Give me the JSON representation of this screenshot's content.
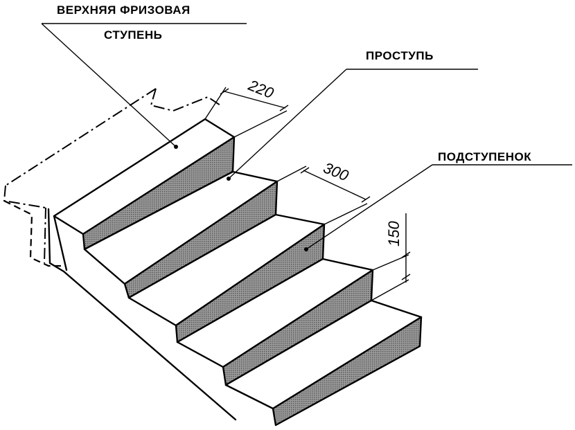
{
  "labels": {
    "top_frieze_step_line1": "ВЕРХНЯЯ ФРИЗОВАЯ",
    "top_frieze_step_line2": "СТУПЕНЬ",
    "tread": "ПРОСТУПЬ",
    "riser": "ПОДСТУПЕНОК"
  },
  "dimensions": {
    "frieze_step_width": "220",
    "tread_depth": "300",
    "riser_height": "150"
  }
}
